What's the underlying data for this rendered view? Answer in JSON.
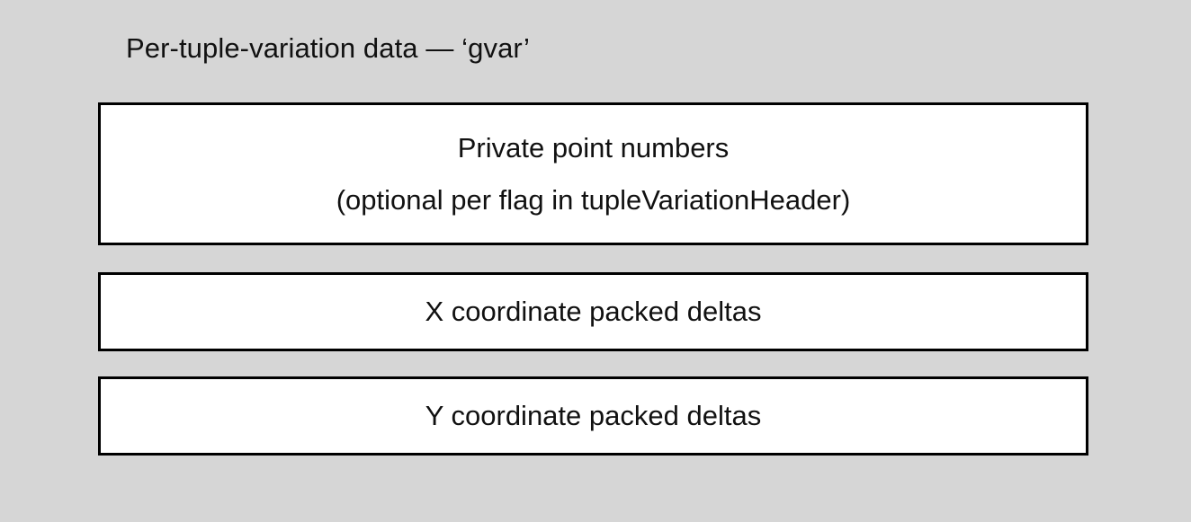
{
  "diagram": {
    "title": "Per-tuple-variation data — ‘gvar’",
    "background_color": "#d6d6d6",
    "box_fill_color": "#ffffff",
    "box_border_color": "#000000",
    "text_color": "#111111",
    "boxes": [
      {
        "name": "private-point-numbers",
        "lines": [
          "Private point numbers",
          "(optional per flag in tupleVariationHeader)"
        ]
      },
      {
        "name": "x-coordinate-packed-deltas",
        "lines": [
          "X coordinate packed deltas"
        ]
      },
      {
        "name": "y-coordinate-packed-deltas",
        "lines": [
          "Y coordinate packed deltas"
        ]
      }
    ]
  }
}
